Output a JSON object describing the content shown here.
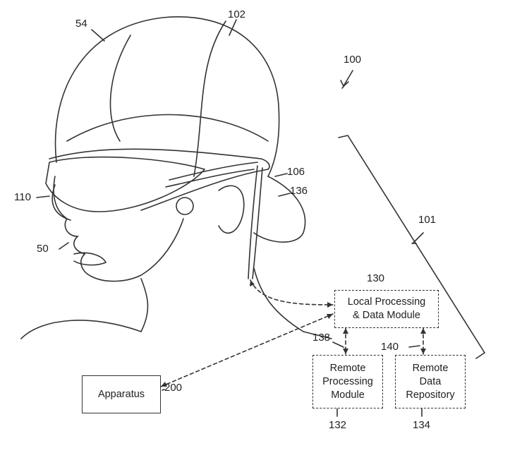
{
  "refs": {
    "r54": "54",
    "r102": "102",
    "r100": "100",
    "r106": "106",
    "r110": "110",
    "r136": "136",
    "r101": "101",
    "r50": "50",
    "r130": "130",
    "r138": "138",
    "r140": "140",
    "r132": "132",
    "r134": "134",
    "r200": "200"
  },
  "boxes": {
    "local": [
      "Local Processing",
      "& Data Module"
    ],
    "remote_processing": [
      "Remote",
      "Processing",
      "Module"
    ],
    "remote_data": [
      "Remote",
      "Data",
      "Repository"
    ],
    "apparatus": "Apparatus"
  }
}
